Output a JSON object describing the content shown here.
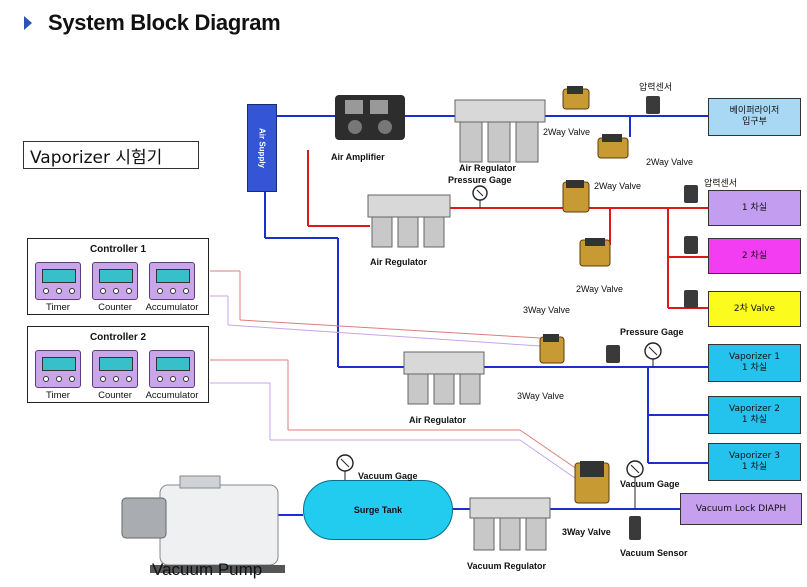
{
  "header": {
    "title": "System Block Diagram"
  },
  "system_label": "Vaporizer 시험기",
  "controllers": [
    {
      "title": "Controller 1",
      "devices": [
        "Timer",
        "Counter",
        "Accumulator"
      ]
    },
    {
      "title": "Controller 2",
      "devices": [
        "Timer",
        "Counter",
        "Accumulator"
      ]
    }
  ],
  "air_supply": "Air Supply",
  "components": {
    "air_amplifier": "Air Amplifier",
    "air_regulator_top": "Air Regulator",
    "pressure_gage_top": "Pressure Gage",
    "air_regulator_mid": "Air Regulator",
    "air_regulator_low": "Air Regulator",
    "valve_2way_a": "2Way Valve",
    "valve_2way_b": "2Way Valve",
    "valve_2way_c": "2Way Valve",
    "valve_2way_d": "2Way Valve",
    "sensor_top": "압력센서",
    "sensor_mid": "압력센서",
    "valve_3way_label": "3Way Valve",
    "valve_3way_b": "3Way Valve",
    "pressure_gage_mid": "Pressure Gage",
    "vacuum_gage_tank": "Vacuum Gage",
    "surge_tank": "Surge Tank",
    "vacuum_regulator": "Vacuum Regulator",
    "valve_3way_c": "3Way Valve",
    "vacuum_gage_right": "Vacuum Gage",
    "vacuum_sensor": "Vacuum Sensor",
    "vacuum_pump": "Vacuum Pump"
  },
  "outputs": [
    {
      "line1": "베이퍼라이저",
      "line2": "입구부",
      "color": "#a9d8f4"
    },
    {
      "line1": "1 차실",
      "line2": "",
      "color": "#c39ef0"
    },
    {
      "line1": "2 차실",
      "line2": "",
      "color": "#f33df3"
    },
    {
      "line1": "2차 Valve",
      "line2": "",
      "color": "#fbfb1e"
    },
    {
      "line1": "Vaporizer 1",
      "line2": "1 차실",
      "color": "#23c3ee"
    },
    {
      "line1": "Vaporizer 2",
      "line2": "1 차실",
      "color": "#23c3ee"
    },
    {
      "line1": "Vaporizer 3",
      "line2": "1 차실",
      "color": "#23c3ee"
    },
    {
      "line1": "Vacuum Lock DIAPH",
      "line2": "",
      "color": "#c6a0ee"
    }
  ]
}
